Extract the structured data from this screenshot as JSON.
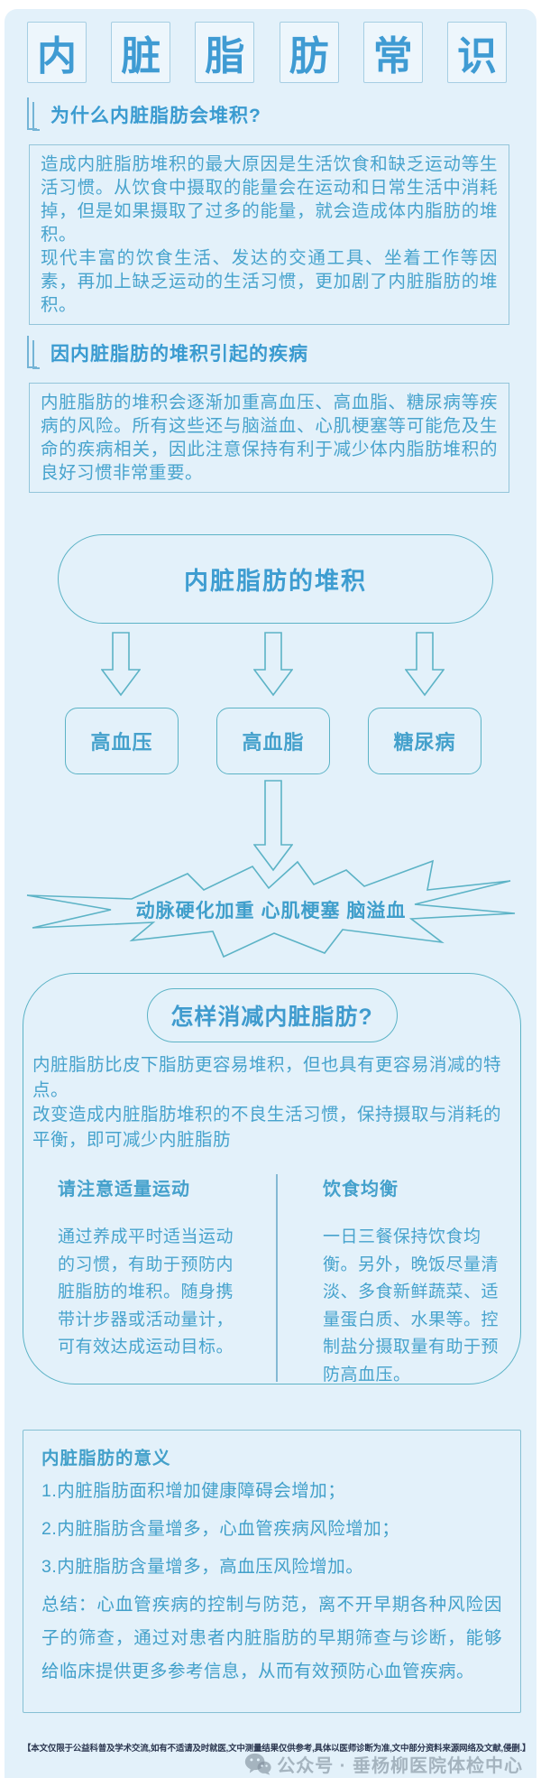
{
  "title_chars": [
    "内",
    "脏",
    "脂",
    "肪",
    "常",
    "识"
  ],
  "sections": {
    "why": {
      "heading": "为什么内脏脂肪会堆积?",
      "para1": "造成内脏脂肪堆积的最大原因是生活饮食和缺乏运动等生活习惯。从饮食中摄取的能量会在运动和日常生活中消耗掉，但是如果摄取了过多的能量，就会造成体内脂肪的堆积。",
      "para2": "现代丰富的饮食生活、发达的交通工具、坐着工作等因素，再加上缺乏运动的生活习惯，更加剧了内脏脂肪的堆积。"
    },
    "disease": {
      "heading": "因内脏脂肪的堆积引起的疾病",
      "para": "内脏脂肪的堆积会逐渐加重高血压、高血脂、糖尿病等疾病的风险。所有这些还与脑溢血、心肌梗塞等可能危及生命的疾病相关，因此注意保持有利于减少体内脂肪堆积的良好习惯非常重要。"
    },
    "diagram": {
      "source": "内脏脂肪的堆积",
      "branches": [
        "高血压",
        "高血脂",
        "糖尿病"
      ],
      "result": "动脉硬化加重 心肌梗塞 脑溢血"
    },
    "reduce": {
      "heading": "怎样消减内脏脂肪?",
      "intro1": "内脏脂肪比皮下脂肪更容易堆积，但也具有更容易消减的特点。",
      "intro2": "改变造成内脏脂肪堆积的不良生活习惯，保持摄取与消耗的平衡，即可减少内脏脂肪",
      "columns": [
        {
          "title": "请注意适量运动",
          "body": "通过养成平时适当运动的习惯，有助于预防内脏脂肪的堆积。随身携带计步器或活动量计，可有效达成运动目标。"
        },
        {
          "title": "饮食均衡",
          "body": "一日三餐保持饮食均衡。另外，晚饭尽量清淡、多食新鲜蔬菜、适量蛋白质、水果等。控制盐分摄取量有助于预防高血压。"
        }
      ]
    },
    "meaning": {
      "heading": "内脏脂肪的意义",
      "items": [
        "1.内脏脂肪面积增加健康障碍会增加；",
        "2.内脏脂肪含量增多，心血管疾病风险增加；",
        "3.内脏脂肪含量增多，高血压风险增加。"
      ],
      "summary": "总结：心血管疾病的控制与防范，离不开早期各种风险因子的筛查，通过对患者内脏脂肪的早期筛查与诊断，能够给临床提供更多参考信息，从而有效预防心血管疾病。"
    }
  },
  "footer": {
    "disclaimer": "【本文仅限于公益科普及学术交流,如有不适请及时就医,文中测量结果仅供参考,具体以医师诊断为准,文中部分资料来源网络及文献,侵删.】",
    "watermark": "公众号 · 垂杨柳医院体检中心"
  },
  "colors": {
    "background": "#e3f1fa",
    "primary_blue": "#3f9bd3",
    "body_blue": "#47a3cd",
    "outline_teal": "#5cb3c6"
  }
}
